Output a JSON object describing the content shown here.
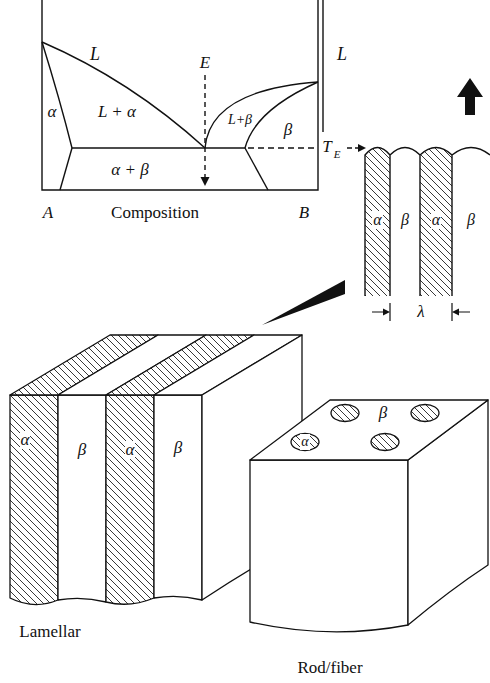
{
  "diagram": {
    "labels": [
      "L",
      "E",
      "L + α",
      "α",
      "L+β",
      "β",
      "α + β",
      "A",
      "Composition",
      "B",
      "T",
      "E",
      "L",
      "α",
      "β",
      "α",
      "β",
      "λ",
      "α",
      "β",
      "α",
      "β",
      "Lamellar",
      "α",
      "β",
      "Rod/fiber"
    ]
  }
}
